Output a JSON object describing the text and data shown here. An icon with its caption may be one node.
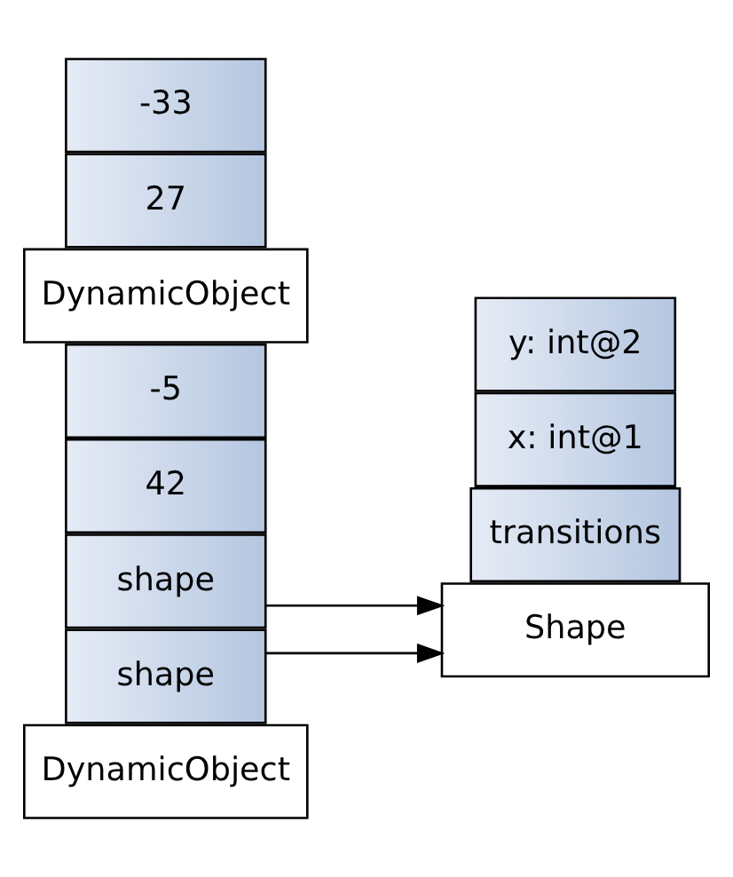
{
  "diagram": {
    "nodes": [
      {
        "text": [
          "DynamicObject"
        ]
      },
      {
        "text": [
          "shape"
        ]
      },
      {
        "text": [
          "42"
        ]
      },
      {
        "text": [
          "-5"
        ]
      },
      {
        "text": [
          "DynamicObject"
        ]
      },
      {
        "text": [
          "shape"
        ]
      },
      {
        "text": [
          "27"
        ]
      },
      {
        "text": [
          "-33"
        ]
      },
      {
        "text": [
          "Shape"
        ]
      },
      {
        "text": [
          "transitions"
        ]
      },
      {
        "text": [
          "x: int@1"
        ]
      },
      {
        "text": [
          "y: int@2"
        ]
      }
    ],
    "edges": [
      {
        "from": 1,
        "to": 8,
        "arrow": "to"
      },
      {
        "from": 5,
        "to": 8,
        "arrow": "to"
      }
    ]
  }
}
